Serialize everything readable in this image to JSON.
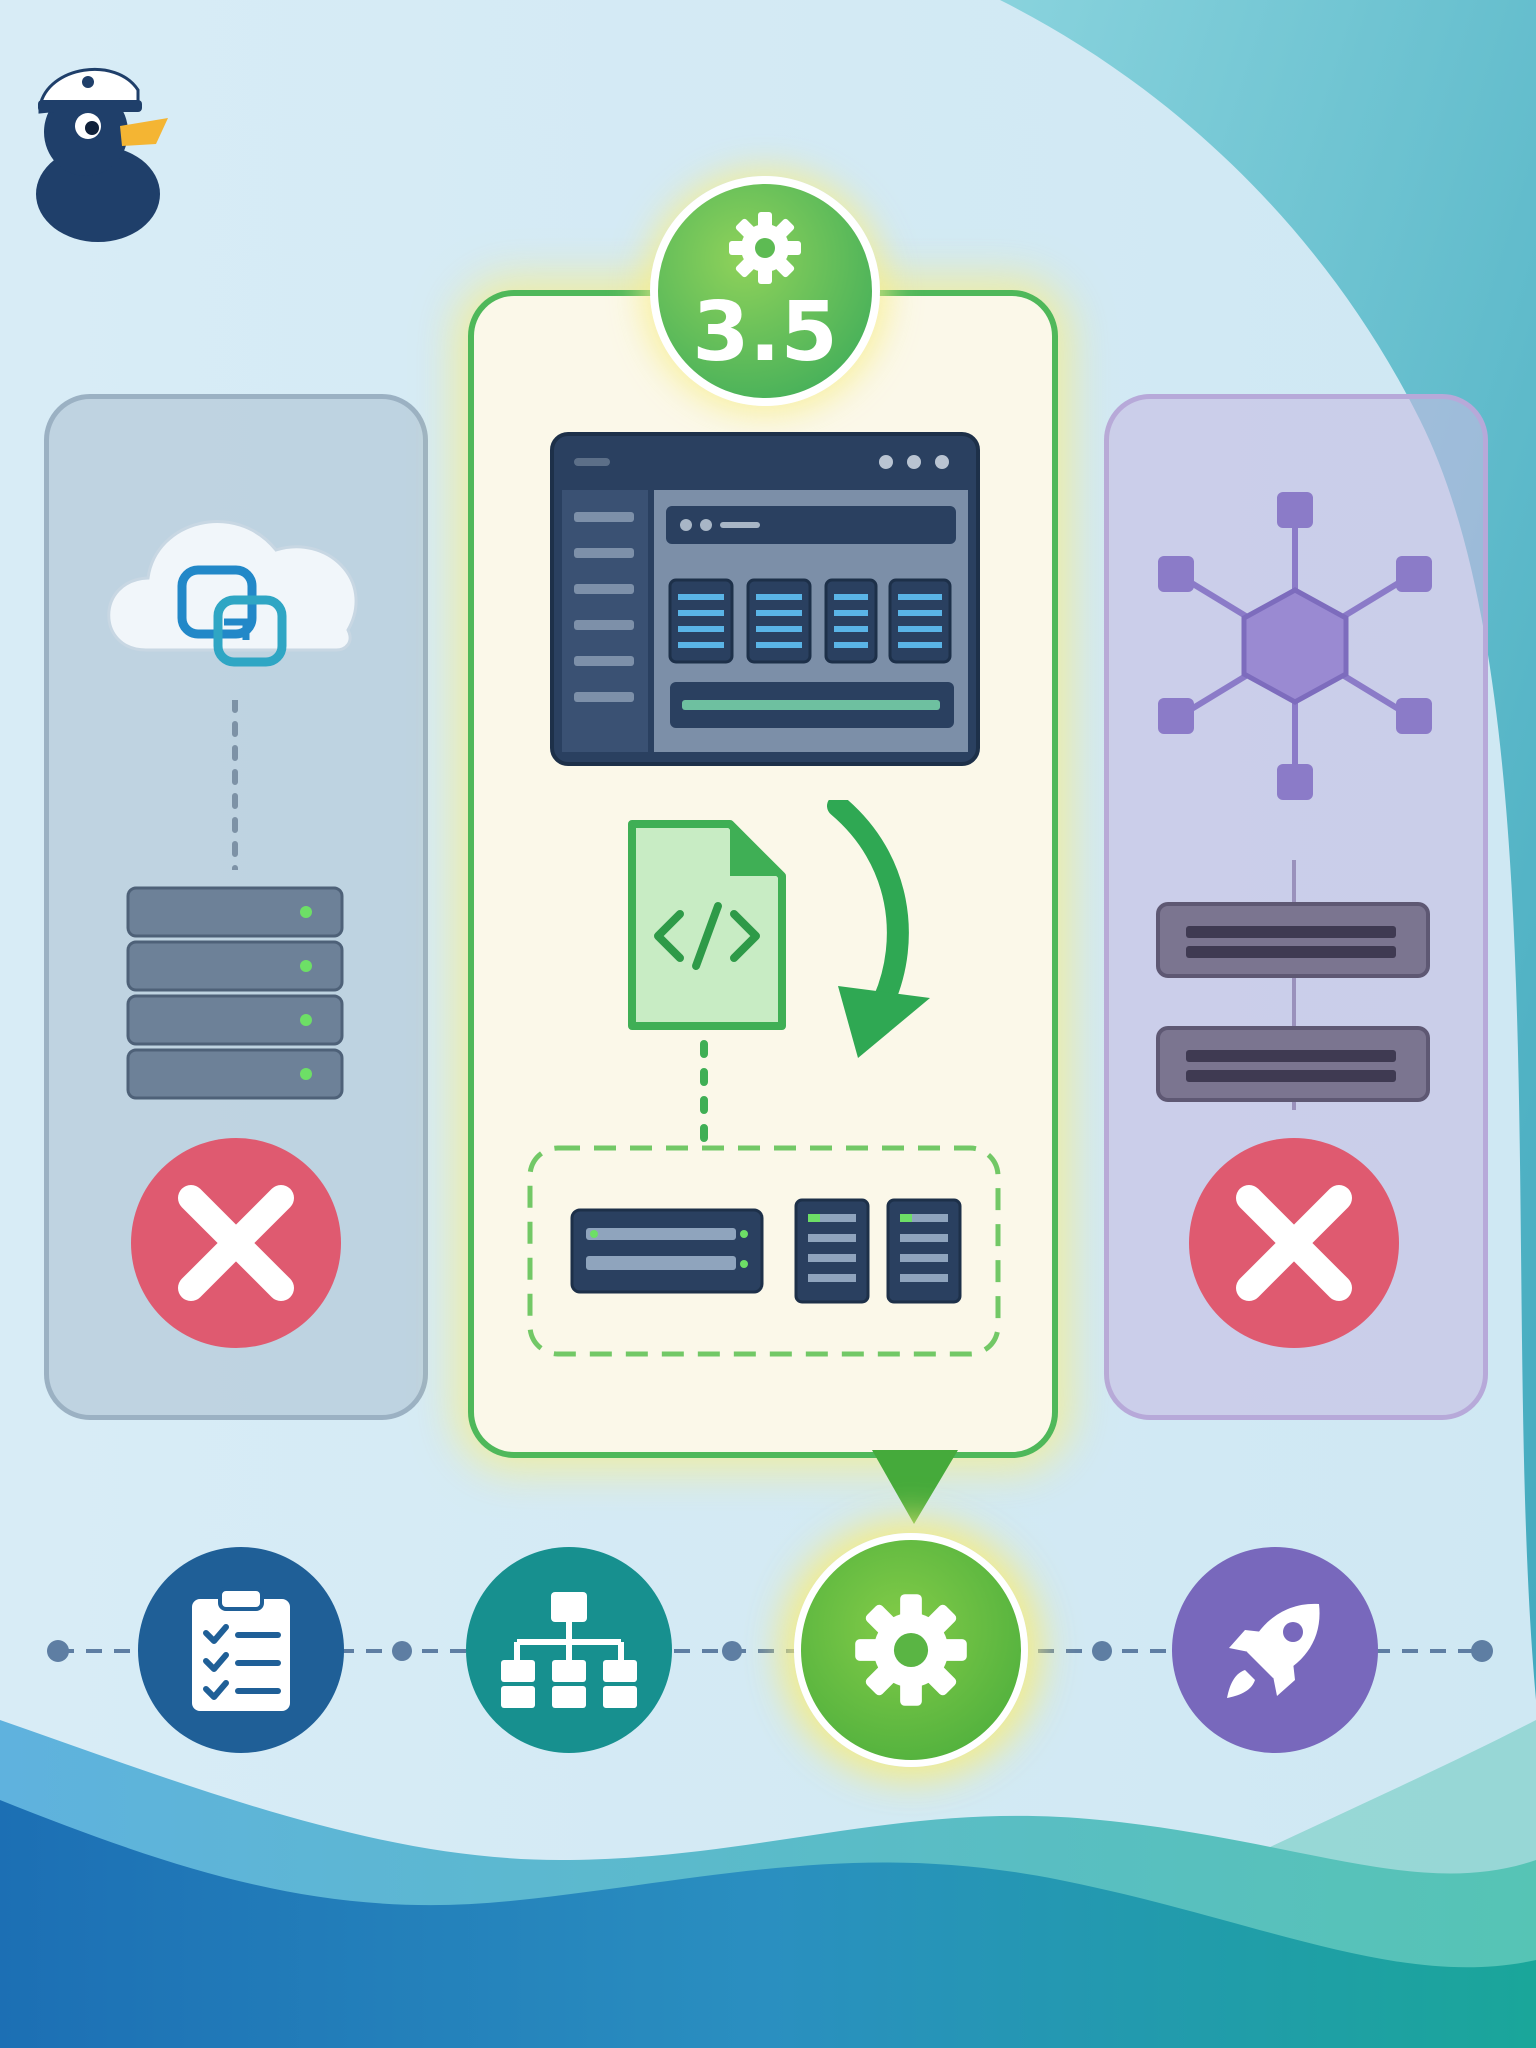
{
  "version_badge": {
    "label": "3.5",
    "icon": "gear-icon"
  },
  "panels": {
    "left": {
      "status": "rejected",
      "icons": [
        "cloud-icon",
        "server-rack-icon",
        "x-icon"
      ]
    },
    "center": {
      "status": "selected",
      "icons": [
        "dashboard-window-icon",
        "code-file-icon",
        "curved-arrow-icon",
        "hardware-group-icon"
      ]
    },
    "right": {
      "status": "rejected",
      "icons": [
        "network-hub-icon",
        "network-switch-icon",
        "x-icon"
      ]
    }
  },
  "timeline": {
    "stages": [
      {
        "icon": "clipboard-checklist-icon",
        "active": false
      },
      {
        "icon": "hierarchy-icon",
        "active": false
      },
      {
        "icon": "gear-icon",
        "active": true
      },
      {
        "icon": "rocket-icon",
        "active": false
      }
    ]
  },
  "colors": {
    "accent_green": "#4fb85a",
    "fail_red": "#df5a70",
    "plan_blue": "#1f5f97",
    "design_teal": "#17908f",
    "launch_purple": "#7868bc",
    "server_slate": "#5d7189"
  }
}
